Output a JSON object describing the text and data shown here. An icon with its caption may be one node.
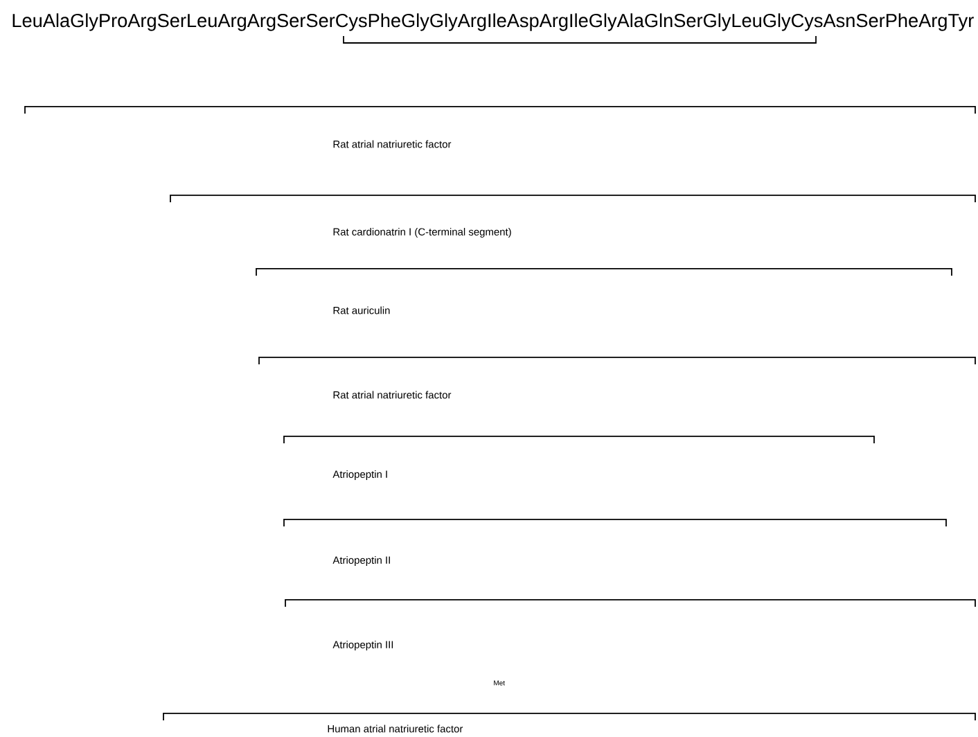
{
  "diagram": {
    "labels": [
      "LeuAlaGlyProArgSerLeuArgArgSerSerCysPheGlyGlyArgIleAspArgIleGlyAlaGlnSerGlyLeuGlyCysAsnSerPheArgTyr",
      "Rat atrial natriuretic factor",
      "Rat cardionatrin I  (C-terminal segment)",
      "Rat auriculin",
      "Rat atrial natriuretic factor",
      "Atriopeptin I",
      "Atriopeptin II",
      "Atriopeptin III",
      "Met",
      "Human atrial natriuretic factor"
    ]
  }
}
